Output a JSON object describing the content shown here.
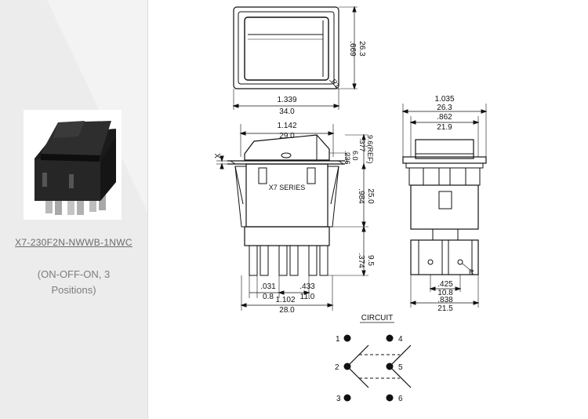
{
  "product": {
    "model": "X7-230F2N-NWWB-1NWC",
    "mode_line1": "(ON-OFF-ON, 3",
    "mode_line2": "Positions)"
  },
  "drawing": {
    "top_view": {
      "height_in": ".669",
      "height_mm": "26.3",
      "width_in": "1.339",
      "width_mm": "34.0",
      "radius": "R1"
    },
    "front_view": {
      "width_in": "1.142",
      "width_mm": "29.0",
      "series_label": "X7 SERIES",
      "x_label": "X",
      "d1_in": ".236",
      "d1_mm": "6.0",
      "d2_in": ".377",
      "d2_mm": "9.6(REF)",
      "body_in": ".984",
      "body_mm": "25.0",
      "term_in": ".374",
      "term_mm": "9.5",
      "tw_in": ".031",
      "tw_mm": "0.8",
      "pitch_in": ".433",
      "pitch_mm": "11.0",
      "base_in": "1.102",
      "base_mm": "28.0"
    },
    "side_view": {
      "w1_in": "1.035",
      "w1_mm": "26.3",
      "w2_in": ".862",
      "w2_mm": "21.9",
      "b1_in": ".425",
      "b1_mm": "10.8",
      "b2_in": ".838",
      "b2_mm": "21.5"
    },
    "circuit": {
      "title": "CIRCUIT",
      "pins": [
        "1",
        "2",
        "3",
        "4",
        "5",
        "6"
      ]
    }
  }
}
